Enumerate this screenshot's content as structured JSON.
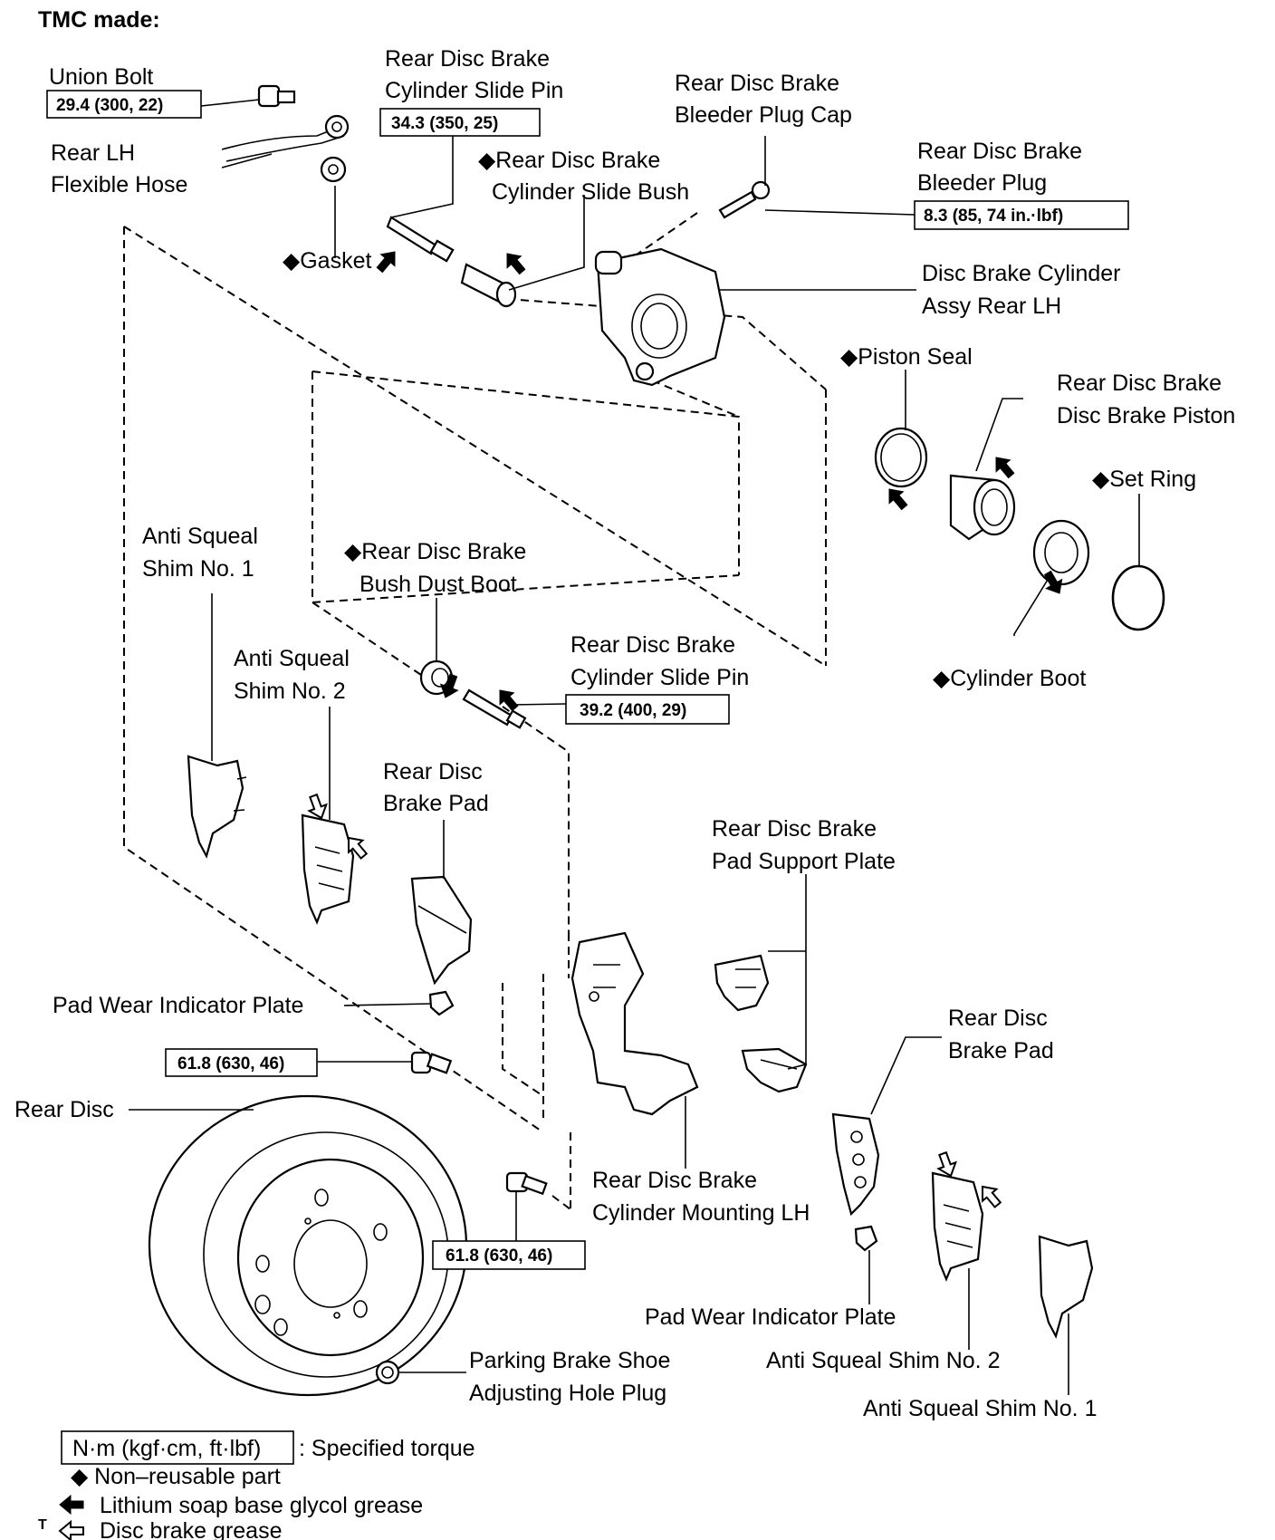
{
  "title": "TMC made:",
  "labels": {
    "union_bolt": "Union Bolt",
    "slide_pin_top_1": "Rear Disc Brake",
    "slide_pin_top_2": "Cylinder Slide Pin",
    "bleeder_cap_1": "Rear Disc Brake",
    "bleeder_cap_2": "Bleeder Plug Cap",
    "flex_hose_1": "Rear LH",
    "flex_hose_2": "Flexible Hose",
    "slide_bush_1": "◆Rear Disc Brake",
    "slide_bush_2": "Cylinder Slide Bush",
    "bleeder_plug_1": "Rear Disc Brake",
    "bleeder_plug_2": "Bleeder Plug",
    "gasket": "◆Gasket",
    "cyl_assy_1": "Disc Brake Cylinder",
    "cyl_assy_2": "Assy Rear LH",
    "piston_seal": "◆Piston Seal",
    "piston_1": "Rear Disc Brake",
    "piston_2": "Disc Brake Piston",
    "set_ring": "◆Set Ring",
    "shim1_left_1": "Anti Squeal",
    "shim1_left_2": "Shim No. 1",
    "dust_boot_1": "◆Rear Disc Brake",
    "dust_boot_2": "Bush Dust Boot",
    "slide_pin_mid_1": "Rear Disc Brake",
    "slide_pin_mid_2": "Cylinder Slide Pin",
    "shim2_left_1": "Anti Squeal",
    "shim2_left_2": "Shim No. 2",
    "cyl_boot": "◆Cylinder Boot",
    "pad_left_1": "Rear Disc",
    "pad_left_2": "Brake Pad",
    "support_plate_1": "Rear Disc Brake",
    "support_plate_2": "Pad Support Plate",
    "wear_plate_left": "Pad Wear Indicator Plate",
    "pad_right_1": "Rear Disc",
    "pad_right_2": "Brake Pad",
    "rear_disc": "Rear Disc",
    "mounting_1": "Rear Disc Brake",
    "mounting_2": "Cylinder Mounting LH",
    "wear_plate_right": "Pad Wear Indicator Plate",
    "park_plug_1": "Parking Brake Shoe",
    "park_plug_2": "Adjusting Hole Plug",
    "shim2_right": "Anti Squeal Shim No. 2",
    "shim1_right": "Anti Squeal Shim No. 1"
  },
  "torques": {
    "union_bolt": "29.4 (300, 22)",
    "slide_pin_top": "34.3 (350, 25)",
    "bleeder_plug": "8.3 (85, 74 in.·lbf)",
    "slide_pin_mid": "39.2 (400, 29)",
    "mount_bolt_upper": "61.8 (630, 46)",
    "mount_bolt_lower": "61.8 (630, 46)"
  },
  "legend": {
    "torque_box": "N·m (kgf·cm, ft·lbf)",
    "torque_text": ": Specified torque",
    "non_reusable": "◆ Non–reusable part",
    "lithium": "Lithium soap base glycol grease",
    "disc_grease": "Disc brake grease",
    "corner_mark": "T"
  }
}
